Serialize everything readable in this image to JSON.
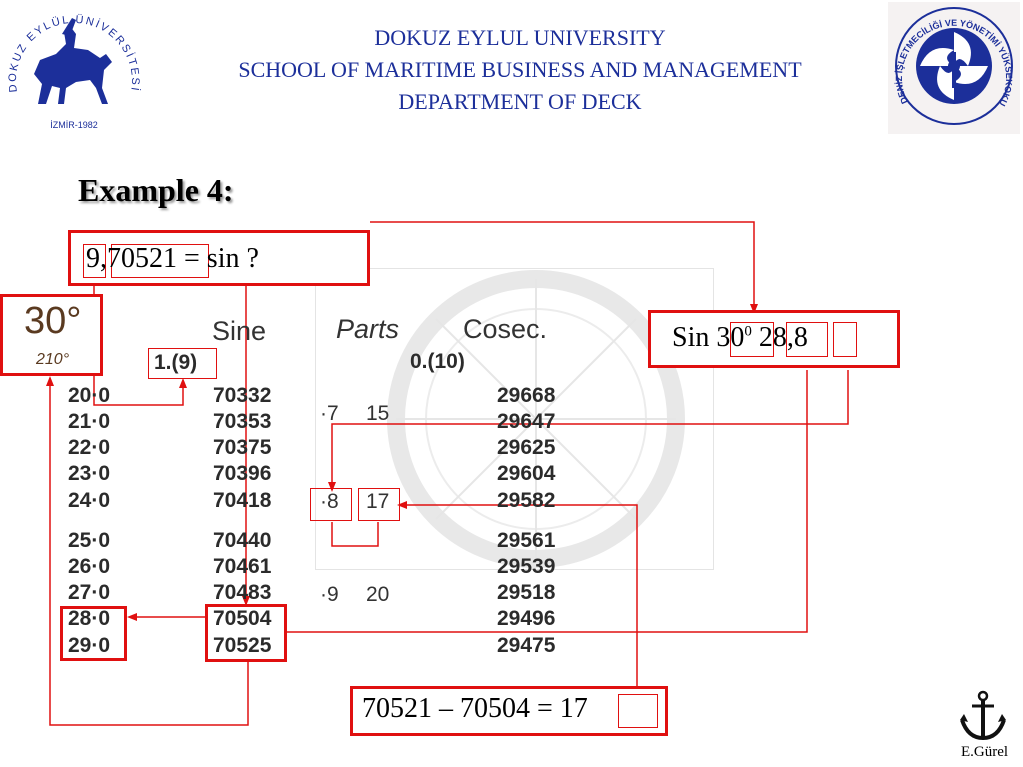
{
  "header": {
    "line1": "DOKUZ EYLUL UNIVERSITY",
    "line2": "SCHOOL OF MARITIME BUSINESS AND MANAGEMENT",
    "line3": "DEPARTMENT OF DECK",
    "left_logo_text": "DOKUZ EYLÜL ÜNİVERSİTESİ",
    "left_logo_year": "İZMİR-1982",
    "right_logo_text": "DENİZ İŞLETMECİLİĞİ VE YÖNETİMİ YÜKSEKOKULU"
  },
  "title": "Example 4:",
  "question": {
    "int": "9",
    "comma": ",",
    "mant": "70521",
    "rest": " = sin ?"
  },
  "angle_label": {
    "deg": "30°",
    "sub": "210°"
  },
  "table": {
    "headers": {
      "sine": "Sine",
      "parts": "Parts",
      "cosec": "Cosec."
    },
    "sine_char": "1.(9)",
    "cosec_char": "0.(10)",
    "rows": [
      {
        "min": "20·0",
        "sine": "70332",
        "cosec": "29668"
      },
      {
        "min": "21·0",
        "sine": "70353",
        "cosec": "29647"
      },
      {
        "min": "22·0",
        "sine": "70375",
        "cosec": "29625"
      },
      {
        "min": "23·0",
        "sine": "70396",
        "cosec": "29604"
      },
      {
        "min": "24·0",
        "sine": "70418",
        "cosec": "29582"
      },
      {
        "min": "25·0",
        "sine": "70440",
        "cosec": "29561"
      },
      {
        "min": "26·0",
        "sine": "70461",
        "cosec": "29539"
      },
      {
        "min": "27·0",
        "sine": "70483",
        "cosec": "29518"
      },
      {
        "min": "28·0",
        "sine": "70504",
        "cosec": "29496"
      },
      {
        "min": "29·0",
        "sine": "70525",
        "cosec": "29475"
      }
    ],
    "parts": [
      {
        "p": "·7",
        "v": "15"
      },
      {
        "p": "·8",
        "v": "17"
      },
      {
        "p": "·9",
        "v": "20"
      }
    ]
  },
  "answer": {
    "prefix": "Sin ",
    "deg": "30",
    "sup": "0",
    "min": "28",
    "comma": ",",
    "dec": "8"
  },
  "difference": {
    "text": "70521 – 70504 = ",
    "result": "17"
  },
  "author": "E.Gürel",
  "colors": {
    "header": "#1c2f9a",
    "annotation": "#e01010"
  }
}
